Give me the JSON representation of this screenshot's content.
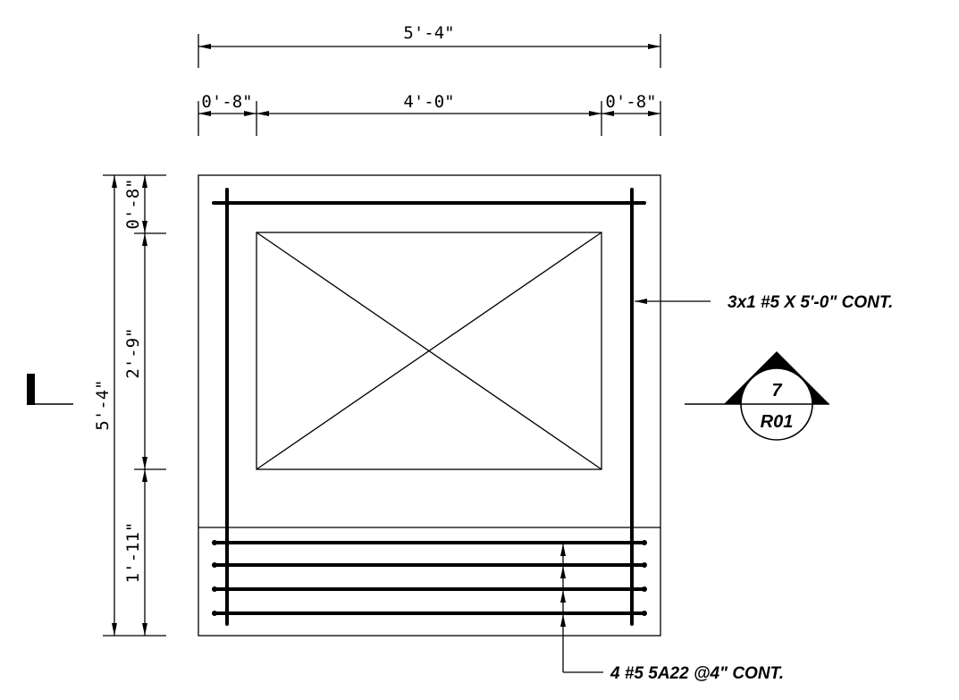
{
  "dimensions": {
    "overall_width": "5'-4\"",
    "left_offset": "0'-8\"",
    "opening_width": "4'-0\"",
    "right_offset": "0'-8\"",
    "overall_height": "5'-4\"",
    "top_offset": "0'-8\"",
    "opening_height": "2'-9\"",
    "bottom_segment": "1'-11\""
  },
  "notes": {
    "vertical_bars": "3x1 #5 X 5'-0\"  CONT.",
    "horizontal_bars": "4 #5 5A22 @4\" CONT."
  },
  "section_tag": {
    "number": "7",
    "sheet": "R01"
  },
  "colors": {
    "ink": "#000000",
    "paper": "#ffffff"
  }
}
